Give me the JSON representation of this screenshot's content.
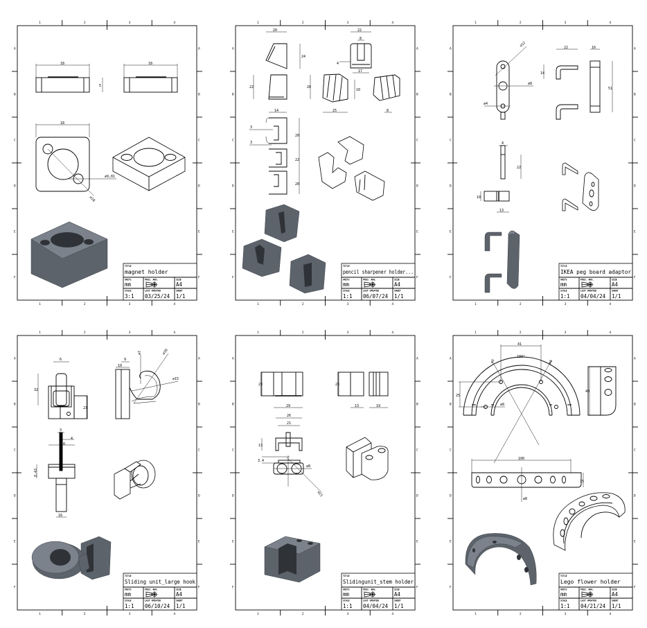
{
  "zones": {
    "cols": [
      "1",
      "2",
      "3",
      "4"
    ],
    "rows": [
      "A",
      "B",
      "C",
      "D",
      "E",
      "F"
    ]
  },
  "title_block_labels": {
    "title": "TITLE",
    "units": "UNITS",
    "proj": "PROJ. ANG.",
    "size": "SIZE",
    "scale": "SCALE",
    "updated": "LAST UPDATED",
    "sheet": "SHEET"
  },
  "colors": {
    "line": "#000000",
    "render": "#5d636b"
  },
  "sheets": [
    {
      "title": "magnet holder",
      "units": "mm",
      "size": "A4",
      "scale": "3:1",
      "last_updated": "03/25/24",
      "sheet": "1/1",
      "dims": [
        "18",
        "5",
        "18",
        "18",
        "⌀9,81",
        "⌀18"
      ]
    },
    {
      "title": "pencil sharpener holder...",
      "units": "mm",
      "size": "A4",
      "scale": "1:1",
      "last_updated": "06/07/24",
      "sheet": "1/1",
      "dims": [
        "20",
        "24",
        "22",
        "8",
        "4",
        "17",
        "22",
        "14",
        "20",
        "10",
        "25",
        "8",
        "3",
        "3",
        "20",
        "22",
        "20"
      ]
    },
    {
      "title": "IKEA peg board adaptor",
      "units": "mm",
      "size": "A4",
      "scale": "1:1",
      "last_updated": "04/04/24",
      "sheet": "1/1",
      "dims": [
        "⌀12",
        "⌀8",
        "⌀4",
        "22",
        "14",
        "16",
        "51",
        "4",
        "22",
        "10",
        "13"
      ]
    },
    {
      "title": "Sliding unit_large hook",
      "units": "mm",
      "size": "A4",
      "scale": "1:1",
      "last_updated": "06/10/24",
      "sheet": "1/1",
      "dims": [
        "6",
        "32",
        "23",
        "9",
        "10",
        "⌀7",
        "⌀30",
        "⌀15",
        "3",
        "4",
        "10",
        "8.43",
        "16"
      ]
    },
    {
      "title": "Slidingunit_stem holder",
      "units": "mm",
      "size": "A4",
      "scale": "1:1",
      "last_updated": "04/04/24",
      "sheet": "1/1",
      "dims": [
        "23",
        "29",
        "23",
        "13",
        "19",
        "26",
        "21",
        "13",
        "3.4",
        "⌀8",
        "⌀21"
      ]
    },
    {
      "title": "Lego flower holder",
      "units": "mm",
      "size": "A4",
      "scale": "1:1",
      "last_updated": "04/21/24",
      "sheet": "1/1",
      "dims": [
        "41",
        "180°",
        "⌀3",
        "⌀8",
        "25",
        "⌀8",
        "40",
        "100",
        "15",
        "⌀8"
      ]
    }
  ]
}
